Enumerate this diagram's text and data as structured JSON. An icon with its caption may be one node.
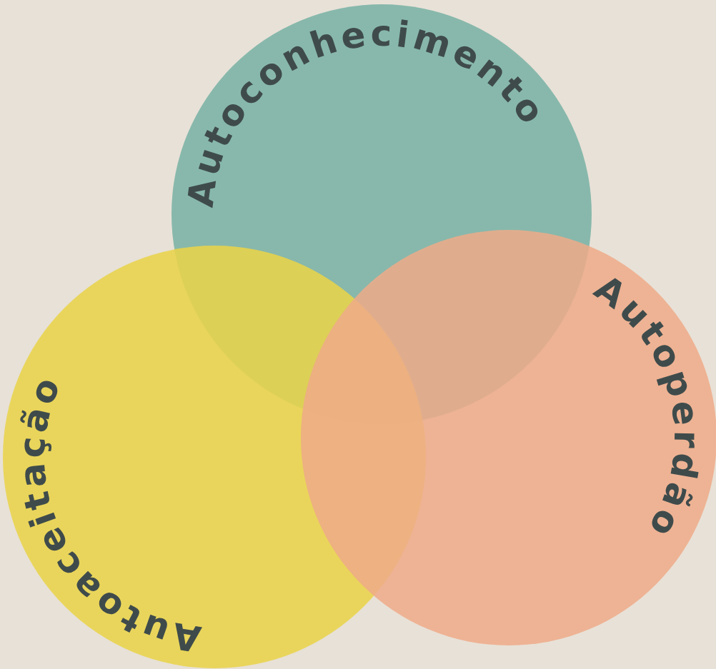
{
  "diagram": {
    "nodes": [
      {
        "text": [
          "Autoconhecimento"
        ]
      },
      {
        "text": [
          "Autoaceitação"
        ]
      },
      {
        "text": [
          "Autoperdão"
        ]
      }
    ]
  }
}
